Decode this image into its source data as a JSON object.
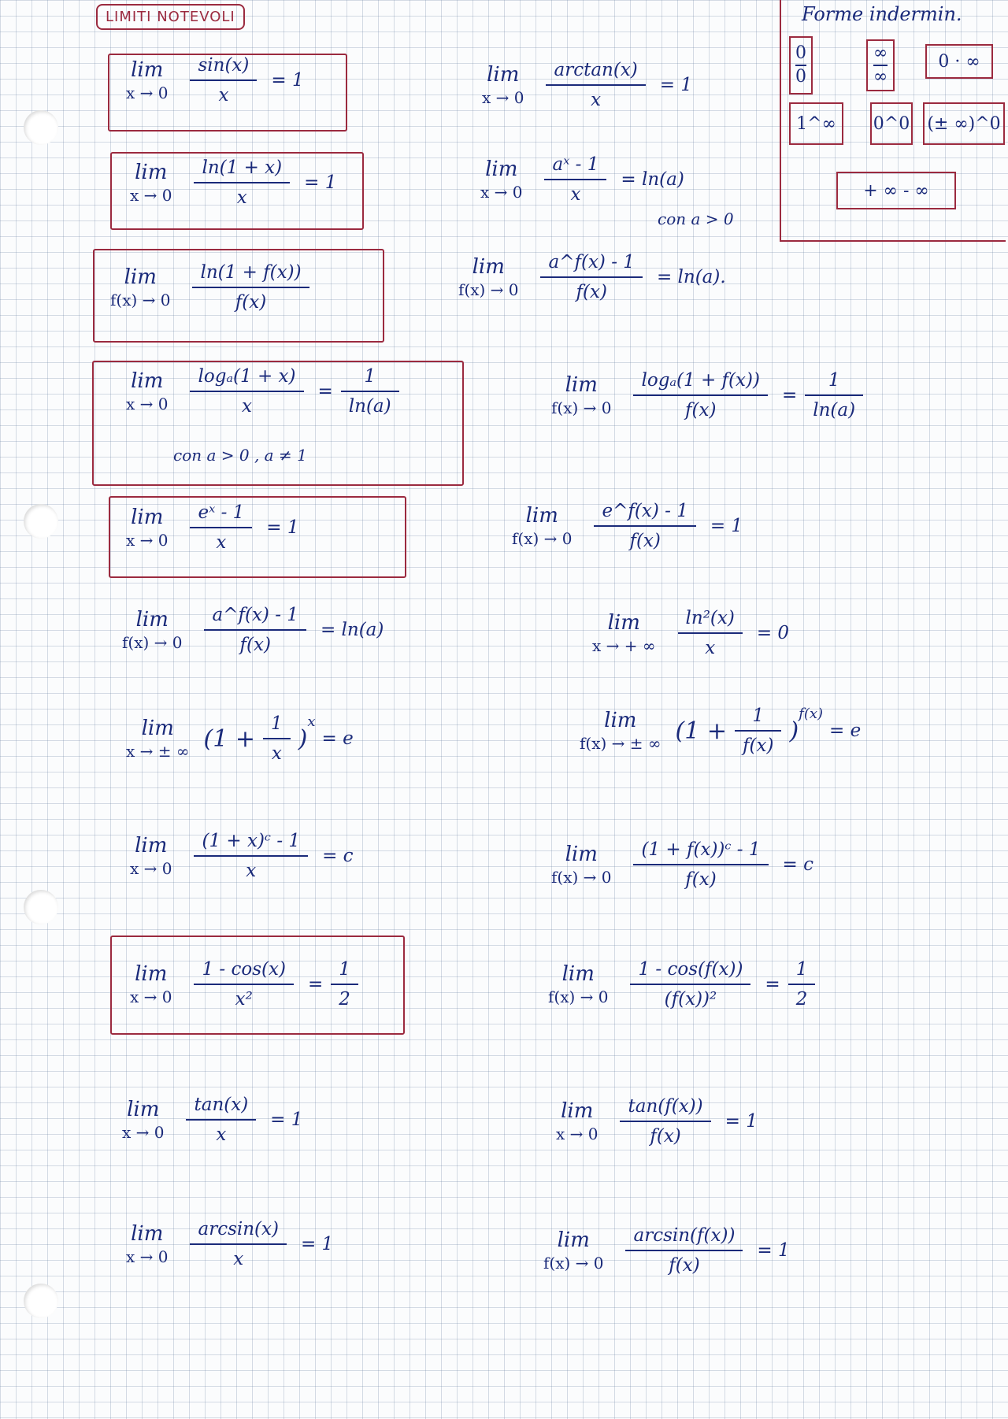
{
  "title": "LIMITI NOTEVOLI",
  "forms": {
    "title": "Forme indermin.",
    "items": [
      {
        "num": "0",
        "den": "0"
      },
      {
        "num": "∞",
        "den": "∞"
      },
      {
        "text": "0 · ∞"
      },
      {
        "text": "1^∞"
      },
      {
        "text": "0^0"
      },
      {
        "text": "(± ∞)^0"
      },
      {
        "text": "+ ∞ - ∞"
      }
    ]
  },
  "limits": [
    {
      "lim": "lim",
      "sub": "x → 0",
      "num": "sin(x)",
      "den": "x",
      "rhs": "= 1"
    },
    {
      "lim": "lim",
      "sub": "x → 0",
      "num": "arctan(x)",
      "den": "x",
      "rhs": "= 1"
    },
    {
      "lim": "lim",
      "sub": "x → 0",
      "num": "ln(1 + x)",
      "den": "x",
      "rhs": "= 1"
    },
    {
      "lim": "lim",
      "sub": "x → 0",
      "num": "aˣ - 1",
      "den": "x",
      "rhs": "= ln(a)",
      "cond": "con a > 0"
    },
    {
      "lim": "lim",
      "sub": "f(x) → 0",
      "num": "ln(1 + f(x))",
      "den": "f(x)",
      "rhs": ""
    },
    {
      "lim": "lim",
      "sub": "f(x) → 0",
      "num": "a^f(x) - 1",
      "den": "f(x)",
      "rhs": "= ln(a)."
    },
    {
      "lim": "lim",
      "sub": "x → 0",
      "num": "logₐ(1 + x)",
      "den": "x",
      "rhs": "=",
      "rhs_num": "1",
      "rhs_den": "ln(a)",
      "cond": "con a > 0 , a ≠ 1"
    },
    {
      "lim": "lim",
      "sub": "f(x) → 0",
      "num": "logₐ(1 + f(x))",
      "den": "f(x)",
      "rhs": "=",
      "rhs_num": "1",
      "rhs_den": "ln(a)"
    },
    {
      "lim": "lim",
      "sub": "x → 0",
      "num": "eˣ - 1",
      "den": "x",
      "rhs": "= 1"
    },
    {
      "lim": "lim",
      "sub": "f(x) → 0",
      "num": "e^f(x) - 1",
      "den": "f(x)",
      "rhs": "= 1"
    },
    {
      "lim": "lim",
      "sub": "f(x) → 0",
      "num": "a^f(x) - 1",
      "den": "f(x)",
      "rhs": "= ln(a)"
    },
    {
      "lim": "lim",
      "sub": "x → + ∞",
      "num": "ln²(x)",
      "den": "x",
      "rhs": "= 0"
    },
    {
      "lim": "lim",
      "sub": "x → ± ∞",
      "pre": "(1 +",
      "num": "1",
      "den": "x",
      "post": ")",
      "exp": "x",
      "rhs": "= e"
    },
    {
      "lim": "lim",
      "sub": "f(x) → ± ∞",
      "pre": "(1 +",
      "num": "1",
      "den": "f(x)",
      "post": ")",
      "exp": "f(x)",
      "rhs": "= e"
    },
    {
      "lim": "lim",
      "sub": "x → 0",
      "num": "(1 + x)ᶜ - 1",
      "den": "x",
      "rhs": "= c"
    },
    {
      "lim": "lim",
      "sub": "f(x) → 0",
      "num": "(1 + f(x))ᶜ - 1",
      "den": "f(x)",
      "rhs": "= c"
    },
    {
      "lim": "lim",
      "sub": "x → 0",
      "num": "1 - cos(x)",
      "den": "x²",
      "rhs": "=",
      "rhs_num": "1",
      "rhs_den": "2"
    },
    {
      "lim": "lim",
      "sub": "f(x) → 0",
      "num": "1 - cos(f(x))",
      "den": "(f(x))²",
      "rhs": "=",
      "rhs_num": "1",
      "rhs_den": "2"
    },
    {
      "lim": "lim",
      "sub": "x → 0",
      "num": "tan(x)",
      "den": "x",
      "rhs": "= 1"
    },
    {
      "lim": "lim",
      "sub": "x → 0",
      "num": "tan(f(x))",
      "den": "f(x)",
      "rhs": "= 1"
    },
    {
      "lim": "lim",
      "sub": "x → 0",
      "num": "arcsin(x)",
      "den": "x",
      "rhs": "= 1"
    },
    {
      "lim": "lim",
      "sub": "f(x) → 0",
      "num": "arcsin(f(x))",
      "den": "f(x)",
      "rhs": "= 1"
    }
  ]
}
